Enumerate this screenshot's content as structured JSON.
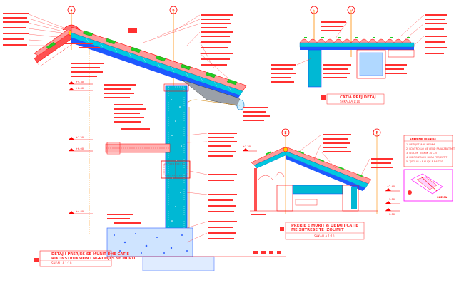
{
  "colors": {
    "background": "#ffffff",
    "annotation": "#ff3030",
    "grid_axis": "#ff8c00",
    "insulation": "#00b8d4",
    "roof_green": "#22cc22",
    "structure_blue": "#1e5aff",
    "magenta": "#ff00ff",
    "concrete": "#6aa0ff"
  },
  "detail_main": {
    "title_line1": "DETAJ I PRERJES SE MURIT DHE CATIE",
    "title_line2": "RIKONSTRUKSION I NGROHJES SE MURIT",
    "scale": "SHKALLA 1:10"
  },
  "detail_top_right": {
    "title": "CATIA PREJ DETAJ",
    "scale": "SHKALLA 1:10"
  },
  "detail_mid_right": {
    "title_line1": "PRERJE E MURIT & DETAJ I CATIE",
    "title_line2": "ME SHTRESE TE IZOLIMIT",
    "scale": "SHKALLA 1:10"
  },
  "legend": {
    "title": "SHENIME TEKNIKE",
    "lines": [
      "1. DETAJET JANE NE MM",
      "2. KONTROLLO NE VEND PARA ZBATIMIT",
      "3. IZOLIMI TERMIK 10 CM",
      "4. HIDROIZOLIMI SIPAS PROJEKTIT",
      "5. TJEGULLA E KUQE E BALTES"
    ]
  },
  "key_plan": {
    "label": "SKEMA"
  },
  "axis_bubbles": {
    "a": "A",
    "b": "B",
    "c": "C",
    "d": "D",
    "e": "E",
    "f": "F"
  },
  "level_marks": {
    "m1": "+9.30",
    "m2": "+8.40",
    "m3": "+7.20",
    "m4": "+6.00",
    "m5": "+4.80",
    "m6": "+3.00",
    "m7": "+0.00",
    "m8": "+3.20",
    "m9": "+2.40"
  }
}
